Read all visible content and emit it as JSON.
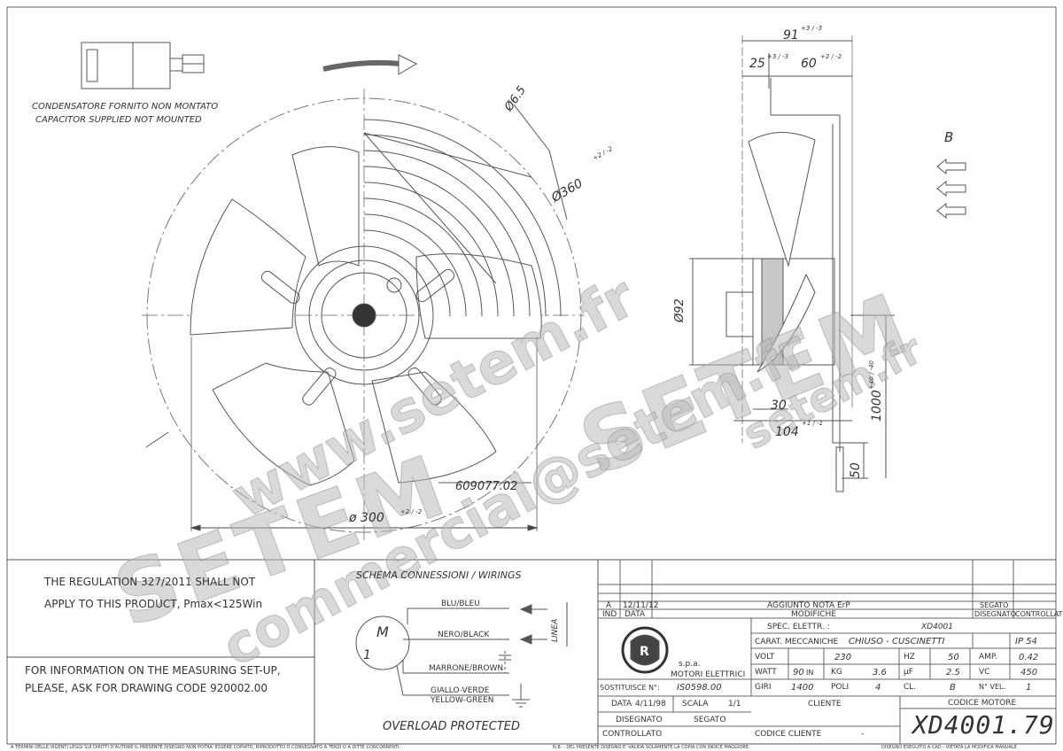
{
  "notes": {
    "capacitor_it": "CONDENSATORE FORNITO NON MONTATO",
    "capacitor_en": "CAPACITOR SUPPLIED NOT MOUNTED",
    "regulation_1": "THE REGULATION 327/2011 SHALL NOT",
    "regulation_2": "APPLY TO THIS PRODUCT, Pmax<125Win",
    "measuring_1": "FOR INFORMATION ON THE MEASURING SET-UP,",
    "measuring_2": "PLEASE, ASK FOR DRAWING CODE 920002.00"
  },
  "dimensions": {
    "d65": "Ø6.5",
    "d360": "Ø360",
    "d360_tol": "+2 / -2",
    "d300": "ø 300",
    "d300_tol": "+2 / -2",
    "part_code": "609077.02",
    "w91": "91",
    "w91_tol": "+3 / -3",
    "w25": "25",
    "w25_tol": "+3 / -3",
    "w60": "60",
    "w60_tol": "+2 / -2",
    "d92": "Ø92",
    "h30": "30",
    "w104": "104",
    "w104_tol": "+1 / -1",
    "l1000": "1000",
    "l1000_tol": "+40 / -40",
    "h50": "50",
    "view_b": "B"
  },
  "wiring": {
    "title": "SCHEMA CONNESSIONI / WIRINGS",
    "motor_m": "M",
    "motor_1": "1",
    "wire_blue": "BLU/BLEU",
    "wire_black": "NERO/BLACK",
    "wire_brown": "MARRONE/BROWN",
    "wire_ground_it": "GIALLO-VERDE",
    "wire_ground_en": "YELLOW-GREEN",
    "linea": "LINEA",
    "overload": "OVERLOAD PROTECTED"
  },
  "revision": {
    "letter": "A",
    "date": "12/11/12",
    "text": "AGGIUNTO NOTA ErP",
    "segato": "SEGATO",
    "h_ind": "IND",
    "h_data": "DATA",
    "h_modifiche": "MODIFICHE",
    "h_disegnato": "DISEGNATO",
    "h_controllato": "CONTROLLATO"
  },
  "company": {
    "spa": "s.p.a.",
    "name": "MOTORI ELETTRICI"
  },
  "specs": {
    "spec_label": "SPEC. ELETTR. :",
    "spec_value": "XD4001",
    "carat_label": "CARAT. MECCANICHE",
    "carat_value": "CHIUSO - CUSCINETTI",
    "ip": "IP 54",
    "volt_label": "VOLT",
    "volt_value": "230",
    "hz_label": "HZ",
    "hz_value": "50",
    "amp_label": "AMP.",
    "amp_value": "0.42",
    "watt_label": "WATT",
    "watt_value": "90",
    "watt_in": "IN",
    "kg_label": "KG",
    "kg_value": "3.6",
    "uf_label": "µF",
    "uf_value": "2.5",
    "vc_label": "VC",
    "vc_value": "450",
    "giri_label": "GIRI",
    "giri_value": "1400",
    "poli_label": "POLI",
    "poli_value": "4",
    "cl_label": "CL.",
    "cl_value": "B",
    "nvel_label": "N° VEL.",
    "nvel_value": "1"
  },
  "titleblock": {
    "sost_label": "SOSTITUISCE N°:",
    "sost_value": "IS0598.00",
    "data_label": "DATA",
    "data_value": "4/11/98",
    "scala_label": "SCALA",
    "scala_value": "1/1",
    "cliente_label": "CLIENTE",
    "codice_motore_label": "CODICE MOTORE",
    "disegnato": "DISEGNATO",
    "segato": "SEGATO",
    "controllato": "CONTROLLATO",
    "codice_cliente": "CODICE CLIENTE",
    "codice_cliente_value": "-",
    "motor_code": "XD4001.79"
  },
  "footer": {
    "left": "A TERMINI DELLE VIGENTI LEGGI SUI DIRITTI D'AUTORE IL PRESENTE DISEGNO NON POTRA' ESSERE COPIATO, RIPRODOTTO O CONSEGNATO A TERZI O A DITTE CONCORRENTI.",
    "mid": "N.B. - DEL PRESENTE DISEGNO E' VALIDA SOLAMENTE LA COPIA CON INDICE MAGGIORE.",
    "right": "DISEGNO ESEGUITO A CAD - VIETATA LA MODIFICA MANUALE"
  },
  "watermark": {
    "brand": "SETEM",
    "site": "www.setem.fr",
    "email": "commercial@setem.fr",
    "site2": "setem.fr"
  }
}
